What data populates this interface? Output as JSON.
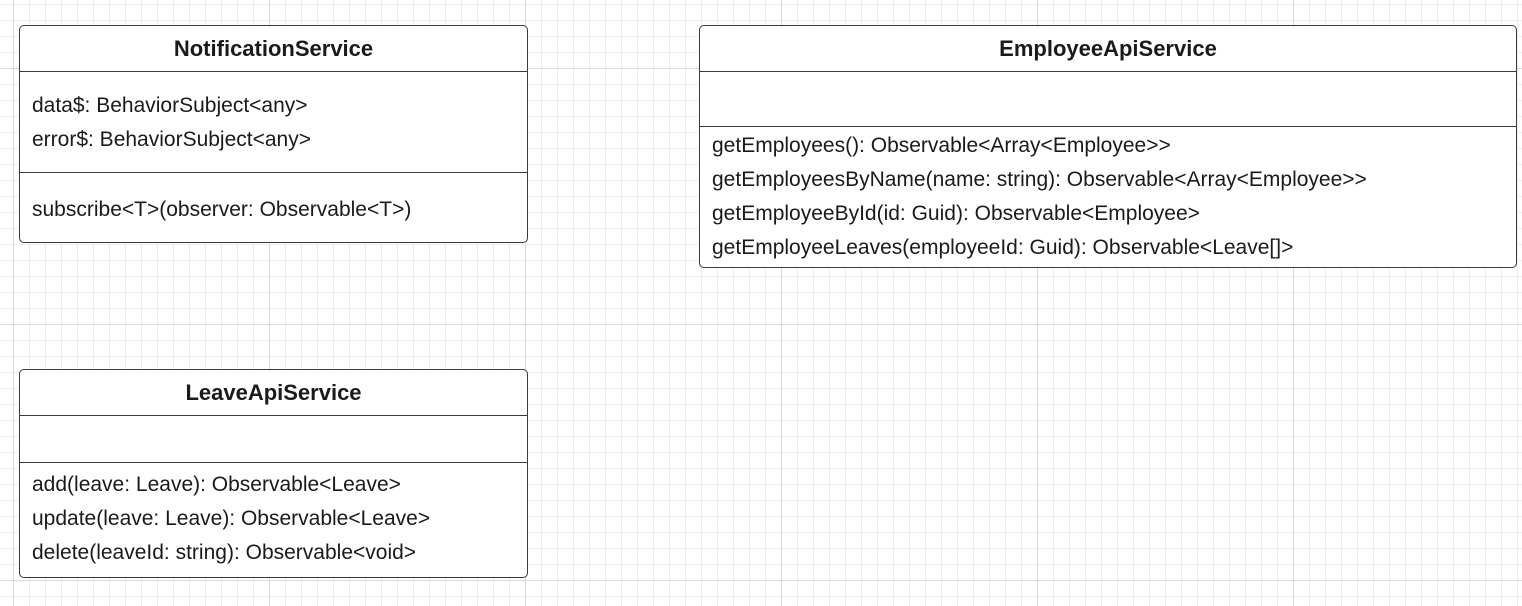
{
  "classes": {
    "notification_service": {
      "name": "NotificationService",
      "attributes": [
        "data$: BehaviorSubject<any>",
        "error$: BehaviorSubject<any>"
      ],
      "operations": [
        "subscribe<T>(observer: Observable<T>)"
      ]
    },
    "employee_api_service": {
      "name": "EmployeeApiService",
      "attributes": [],
      "operations": [
        "getEmployees(): Observable<Array<Employee>>",
        "getEmployeesByName(name: string): Observable<Array<Employee>>",
        "getEmployeeById(id: Guid): Observable<Employee>",
        "getEmployeeLeaves(employeeId: Guid): Observable<Leave[]>"
      ]
    },
    "leave_api_service": {
      "name": "LeaveApiService",
      "attributes": [],
      "operations": [
        "add(leave: Leave): Observable<Leave>",
        "update(leave: Leave): Observable<Leave>",
        "delete(leaveId: string): Observable<void>"
      ]
    }
  },
  "colors": {
    "canvas_background": "#ffffff",
    "grid_minor": "#ededed",
    "grid_major": "#d9d9d9",
    "box_border": "#3a3a3a",
    "text": "#1a1a1a"
  }
}
